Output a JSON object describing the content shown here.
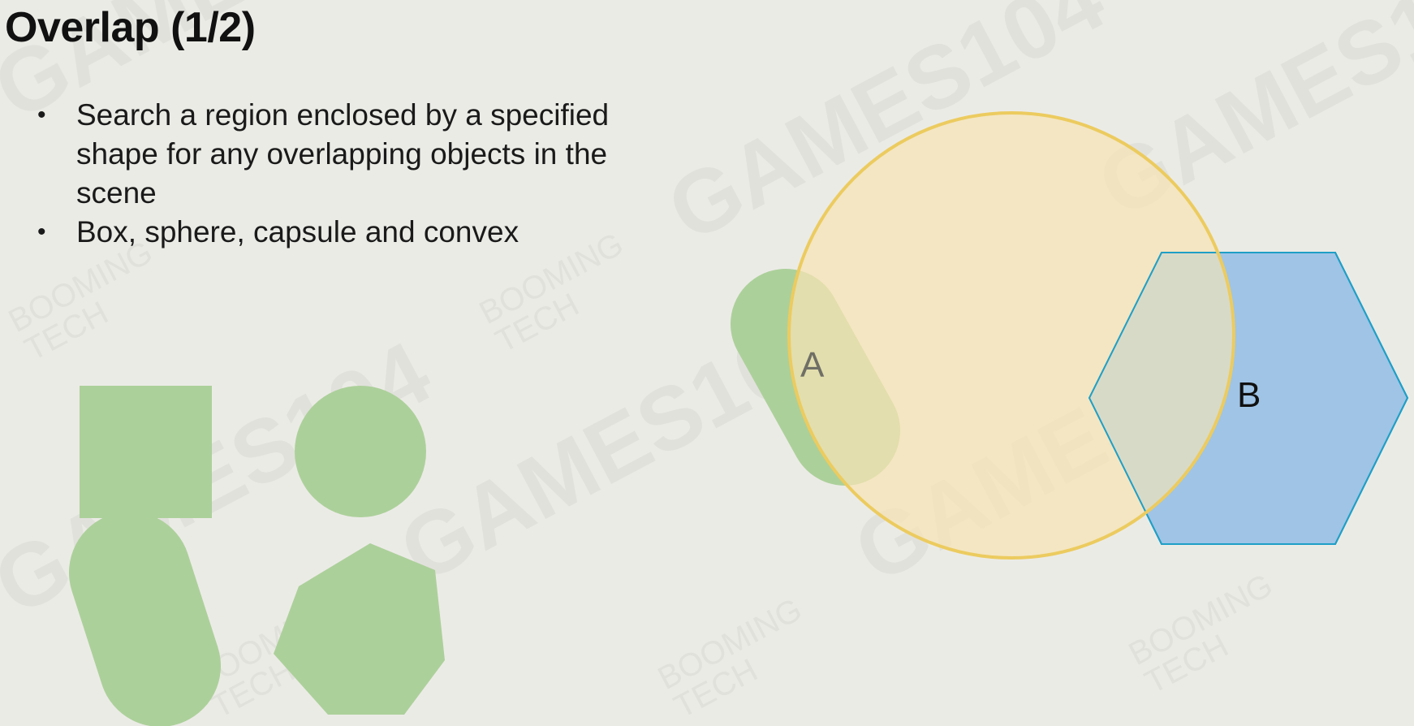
{
  "slide": {
    "title": "Overlap (1/2)",
    "bullets": [
      "Search a region enclosed by a specified shape for any overlapping objects in the scene",
      "Box, sphere, capsule and convex"
    ],
    "bullet_glyph": "•"
  },
  "diagram": {
    "label_a": "A",
    "label_b": "B"
  },
  "watermark": {
    "games_text": "GAMES104",
    "brand_line1": "BOOMING",
    "brand_line2": "TECH"
  },
  "colors": {
    "background": "#ebebe6",
    "shape_green": "#acd09a",
    "query_circle_fill": "#f6e3b4",
    "query_circle_stroke": "#eccb5f",
    "hexagon_fill": "#9fc4e6",
    "hexagon_stroke": "#1f9fc6",
    "overlap_blue_fill": "#d8dac8"
  }
}
